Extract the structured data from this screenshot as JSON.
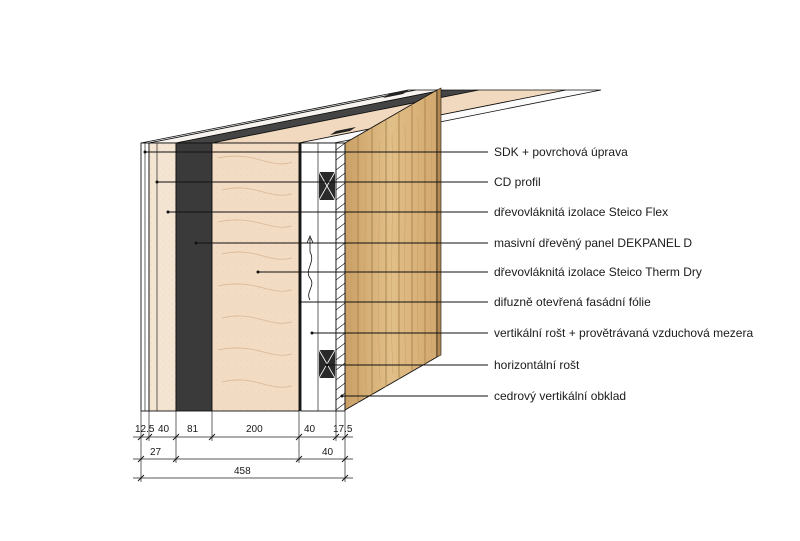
{
  "labels": [
    "SDK + povrchová úprava",
    "CD profil",
    "dřevovláknitá izolace Steico Flex",
    "masivní dřevěný panel DEKPANEL D",
    "dřevovláknitá izolace Steico Therm Dry",
    "difuzně otevřená fasádní fólie",
    "vertikální rošt + provětrávaná vzduchová mezera",
    "horizontální rošt",
    "cedrový vertikální obklad"
  ],
  "dimensions": {
    "layers": [
      "12.5",
      "40",
      "81",
      "200",
      "40",
      "17.5"
    ],
    "subtotal_inner": "27",
    "subtotal_outer": "40",
    "total": "458"
  },
  "colors": {
    "insulation": "#f3dcc4",
    "panel": "#3a3a3a",
    "cedar": "#d9b27a",
    "cedar_dark": "#b98d52",
    "line": "#111111"
  }
}
